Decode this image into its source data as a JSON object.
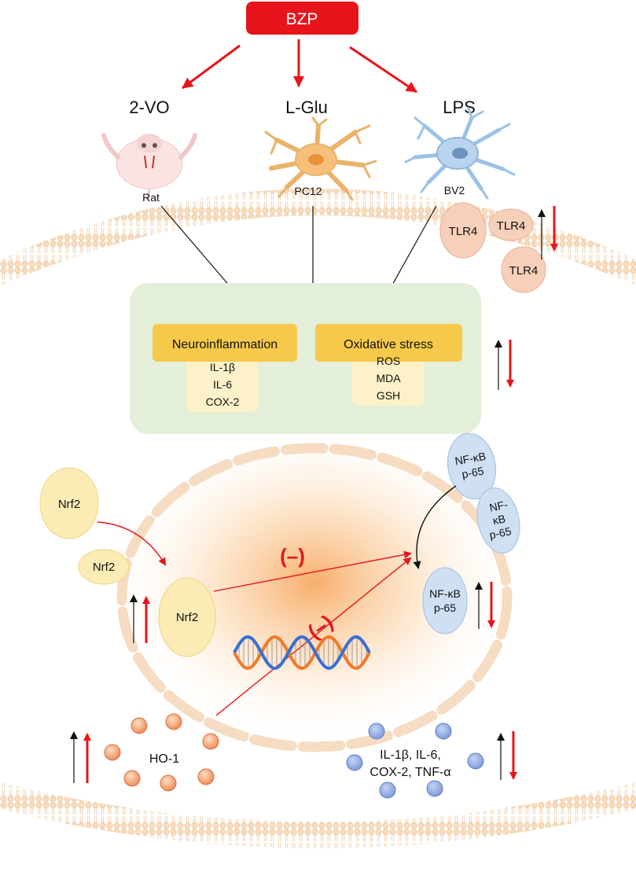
{
  "top": {
    "drug": "BZP"
  },
  "models": [
    {
      "title": "2-VO",
      "subtitle": "Rat",
      "icon": "rat-icon"
    },
    {
      "title": "L-Glu",
      "subtitle": "PC12",
      "icon": "neuron-cell-icon"
    },
    {
      "title": "LPS",
      "subtitle": "BV2",
      "icon": "microglia-cell-icon"
    }
  ],
  "receptors": {
    "tlr4": "TLR4"
  },
  "central_box": {
    "neuroinflammation": {
      "title": "Neuroinflammation",
      "markers": [
        "IL-1β",
        "IL-6",
        "COX-2"
      ]
    },
    "oxidative_stress": {
      "title": "Oxidative stress",
      "markers": [
        "ROS",
        "MDA",
        "GSH"
      ]
    }
  },
  "proteins": {
    "nrf2": "Nrf2",
    "nfkb_line1": "NF-κB",
    "nfkb_line2": "p-65",
    "nfkb_split_a": "NF-",
    "nfkb_split_b": "κB",
    "ho1": "HO-1"
  },
  "inhibition": {
    "symbol": "(–)"
  },
  "cytokines": {
    "line1": "IL-1β, IL-6,",
    "line2": "COX-2, TNF-α"
  },
  "colors": {
    "drug": "#e8141b",
    "arrow_red": "#e8141b",
    "membrane": "#f6d9b8",
    "box_green": "#e3efd8",
    "label_orange": "#f7c94a",
    "marker_cream": "#fdf1c9",
    "tlr4": "#f6d0ba",
    "nrf2": "#fbecb6",
    "nfkb": "#cfe0f3",
    "ho1": "#f39b6c",
    "cytokine": "#8ea9e0"
  }
}
